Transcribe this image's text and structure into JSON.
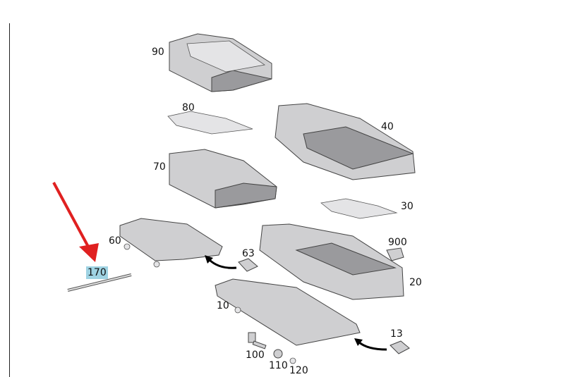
{
  "labels": {
    "p90": "90",
    "p80": "80",
    "p40": "40",
    "p70": "70",
    "p30": "30",
    "p60": "60",
    "p63": "63",
    "p900": "900",
    "p170": "170",
    "p20": "20",
    "p10": "10",
    "p13": "13",
    "p100": "100",
    "p110": "110",
    "p120": "120"
  },
  "colors": {
    "highlight": "#9fd3e3",
    "arrow": "#e02020"
  }
}
